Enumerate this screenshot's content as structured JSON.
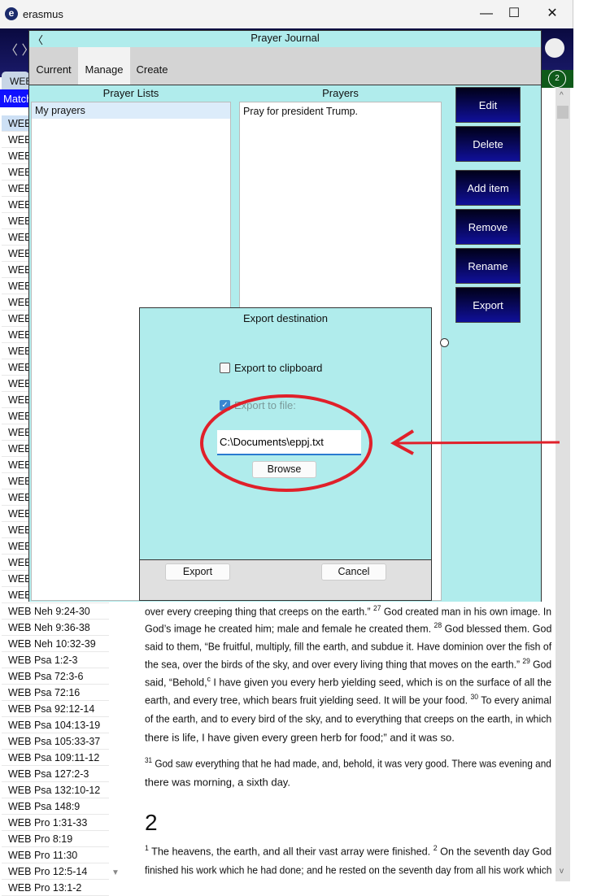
{
  "window": {
    "title": "erasmus",
    "logo": "e",
    "minimize": "—",
    "maximize": "☐",
    "close": "✕"
  },
  "app": {
    "nav": "〈 〉",
    "badge": "2",
    "tab": "WEB",
    "match_header": "Match"
  },
  "left_list": {
    "items": [
      "WEB",
      "WEB",
      "WEB",
      "WEB",
      "WEB",
      "WEB",
      "WEB",
      "WEB",
      "WEB",
      "WEB",
      "WEB",
      "WEB",
      "WEB",
      "WEB",
      "WEB",
      "WEB",
      "WEB",
      "WEB",
      "WEB",
      "WEB",
      "WEB",
      "WEB",
      "WEB",
      "WEB",
      "WEB",
      "WEB",
      "WEB",
      "WEB",
      "WEB",
      "WEB",
      "WEB Neh 9:24-30",
      "WEB Neh 9:36-38",
      "WEB Neh 10:32-39",
      "WEB Psa 1:2-3",
      "WEB Psa 72:3-6",
      "WEB Psa 72:16",
      "WEB Psa 92:12-14",
      "WEB Psa 104:13-19",
      "WEB Psa 105:33-37",
      "WEB Psa 109:11-12",
      "WEB Psa 127:2-3",
      "WEB Psa 132:10-12",
      "WEB Psa 148:9",
      "WEB Pro 1:31-33",
      "WEB Pro 8:19",
      "WEB Pro 11:30",
      "WEB Pro 12:5-14",
      "WEB Pro 13:1-2"
    ]
  },
  "reader": {
    "lines": [
      [
        "over every creeping thing that creeps on the earth.” ",
        "27",
        " God created man in his own image. In"
      ],
      [
        "God’s image he created him; male and female he created them. ",
        "28",
        " God blessed them. God"
      ],
      [
        "said to them, “Be fruitful, multiply, fill the earth, and subdue it. Have dominion over the fish of",
        "",
        ""
      ],
      [
        "the sea, over the birds of the sky, and over every living thing that moves on the earth.” ",
        "29",
        " God"
      ],
      [
        "said, “Behold,",
        "c",
        " I have given you every herb yielding seed, which is on the surface of all the"
      ],
      [
        "earth, and every tree, which bears fruit yielding seed. It will be your food. ",
        "30",
        " To every animal"
      ],
      [
        "of the earth, and to every bird of the sky, and to everything that creeps on the earth, in which",
        "",
        ""
      ],
      [
        "there is life, I have given every green herb for food;” and it was so.",
        "",
        ""
      ],
      [
        "",
        "31",
        " God saw everything that he had made, and, behold, it was very good. There was evening and"
      ],
      [
        "there was morning, a sixth day.",
        "",
        ""
      ],
      [
        "",
        "1",
        " The heavens, the earth, and all their vast array were finished. "
      ],
      [
        "finished his work which he had done; and he rested on the seventh day from all his work which",
        "",
        ""
      ]
    ],
    "line2_extra": {
      "sup": "2",
      "text": " On the seventh day God"
    },
    "chapter": "2"
  },
  "prayer_journal": {
    "title": "Prayer Journal",
    "back": "〈",
    "tabs": [
      {
        "label": "Current"
      },
      {
        "label": "Manage"
      },
      {
        "label": "Create"
      }
    ],
    "lists_header": "Prayer Lists",
    "prayers_header": "Prayers",
    "lists": [
      "My prayers"
    ],
    "prayers": [
      "Pray for president Trump."
    ],
    "buttons": [
      "Edit",
      "Delete",
      "Add item",
      "Remove",
      "Rename",
      "Export"
    ]
  },
  "export_dialog": {
    "title": "Export destination",
    "clipboard_label": "Export to clipboard",
    "clipboard_checked": false,
    "file_label": "Export to file:",
    "file_checked": true,
    "path": "C:\\Documents\\eppj.txt",
    "browse": "Browse",
    "export": "Export",
    "cancel": "Cancel"
  },
  "annotation_color": "#e0202a"
}
